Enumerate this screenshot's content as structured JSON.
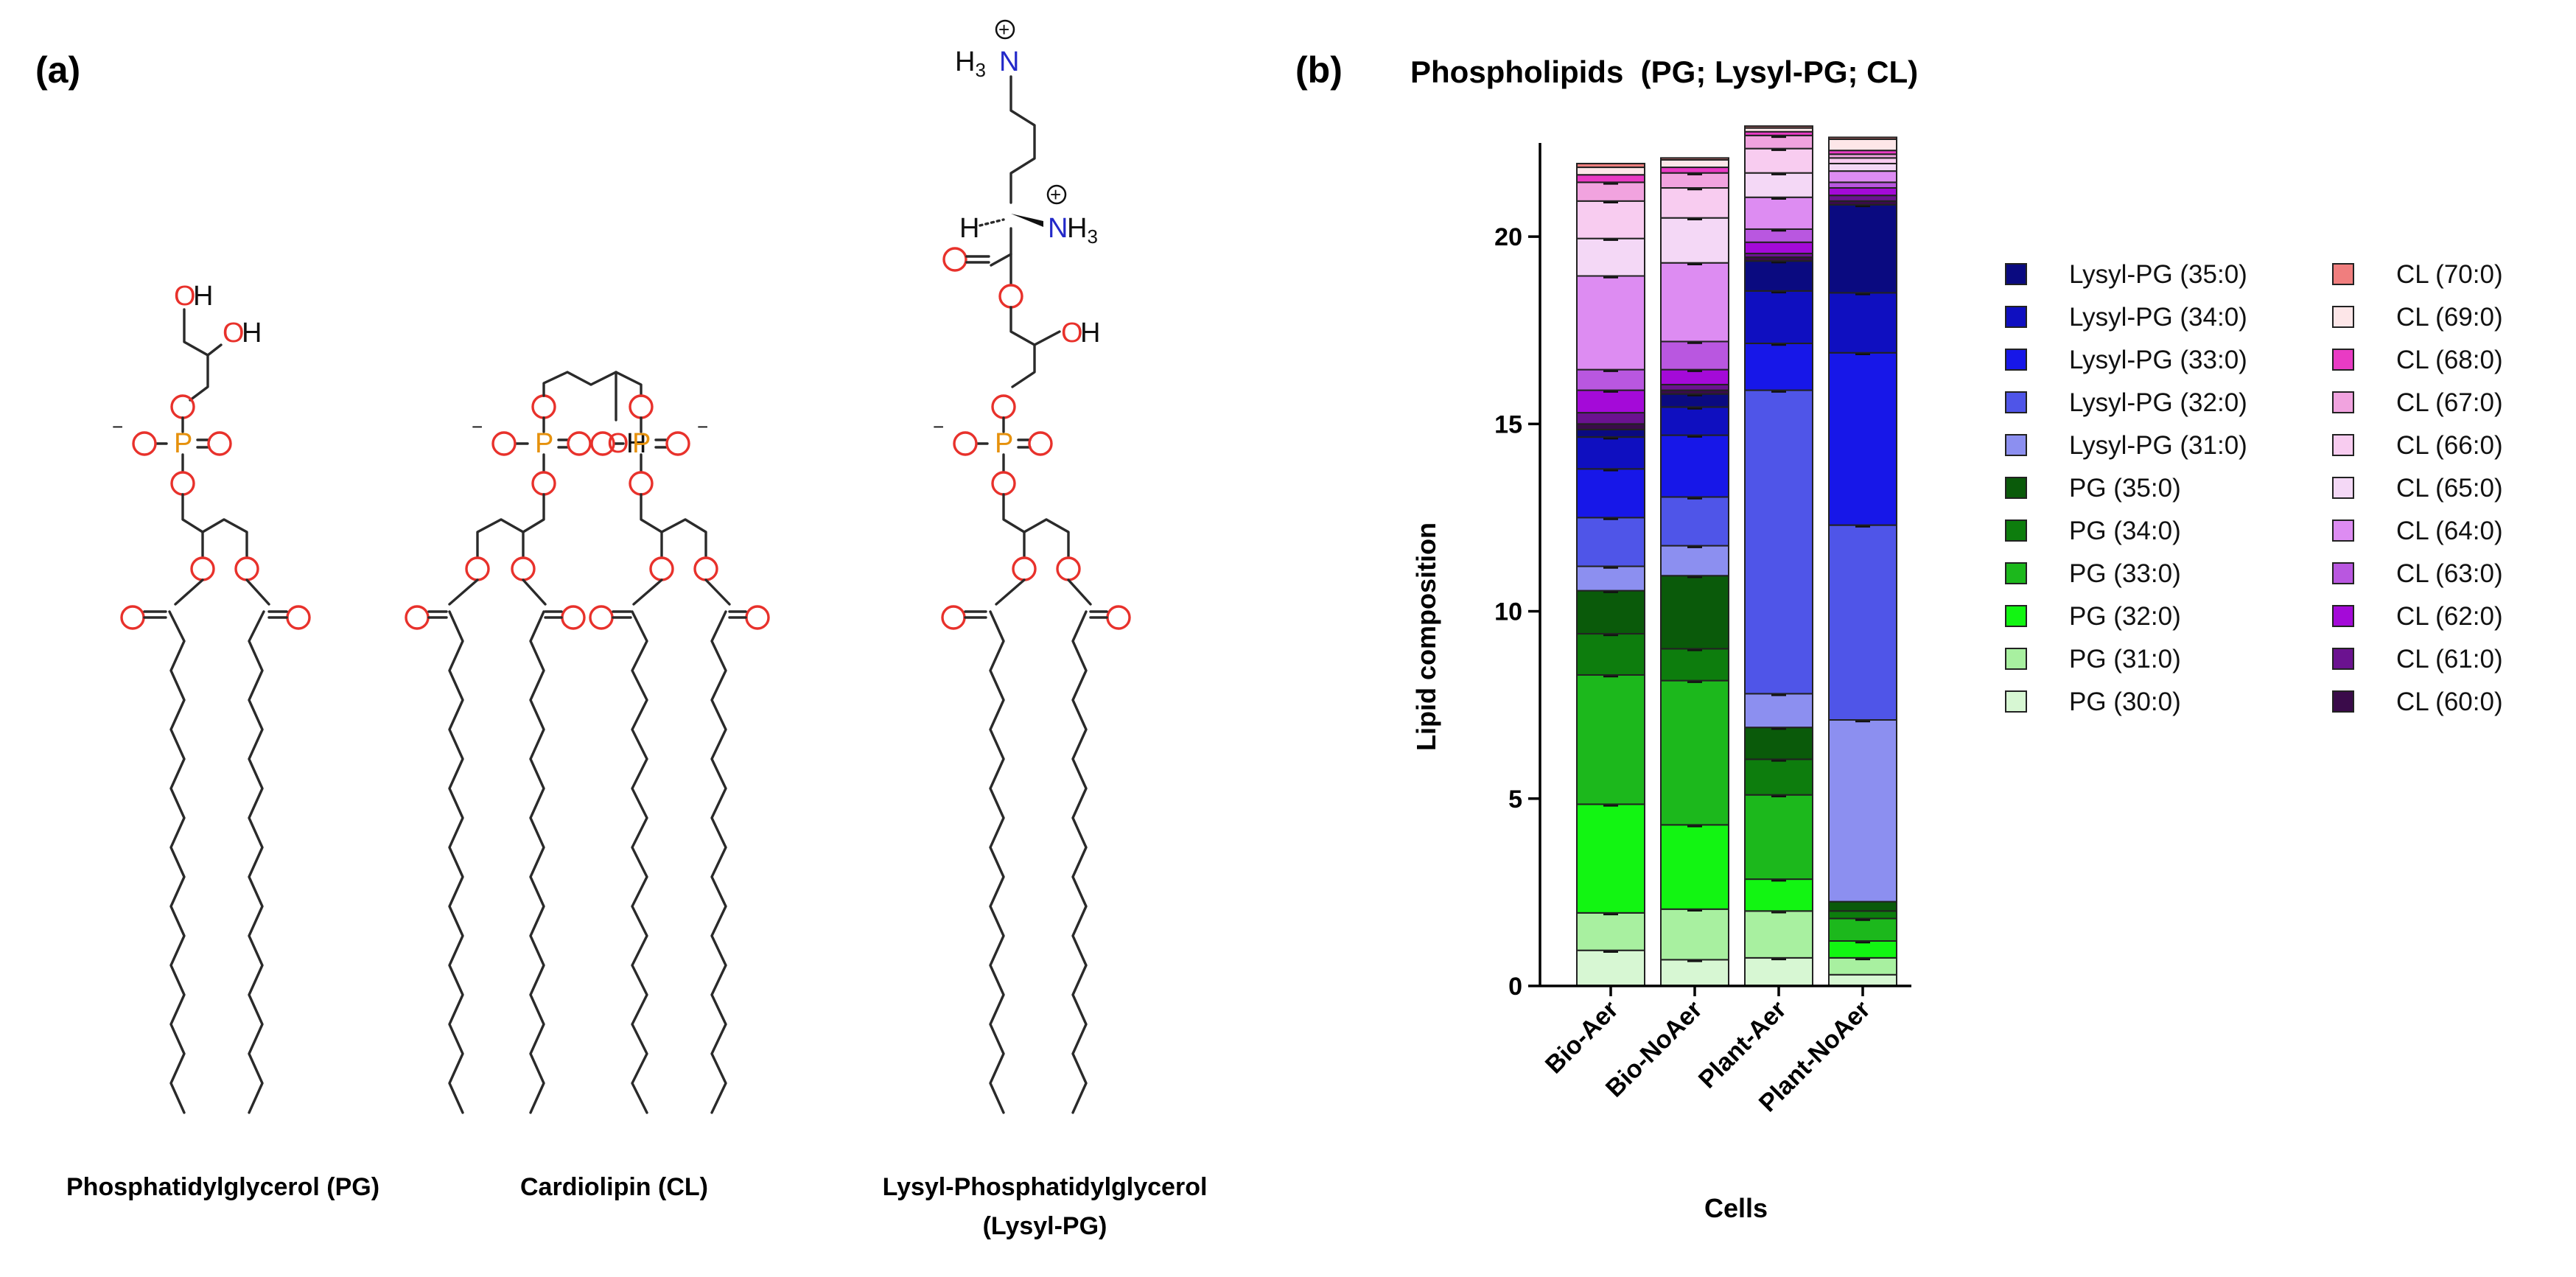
{
  "panel_a": {
    "label": "(a)",
    "molecules": {
      "pg": "Phosphatidylglycerol (PG)",
      "cl": "Cardiolipin (CL)",
      "lysyl_pg_line1": "Lysyl-Phosphatidylglycerol",
      "lysyl_pg_line2": "(Lysyl-PG)"
    },
    "atoms": {
      "O": "O",
      "P": "P",
      "N": "N",
      "H": "H",
      "OH": "OH",
      "H3": "H3",
      "plus": "+",
      "minus": "−"
    }
  },
  "panel_b": {
    "label": "(b)"
  },
  "chart_data": {
    "type": "bar",
    "stacked": true,
    "title": "Phospholipids  (PG; Lysyl-PG; CL)",
    "xlabel": "Cells",
    "ylabel": "Lipid composition",
    "ylim": [
      0,
      22.5
    ],
    "yticks": [
      0,
      5,
      10,
      15,
      20
    ],
    "categories": [
      "Bio-Aer",
      "Bio-NoAer",
      "Plant-Aer",
      "Plant-NoAer"
    ],
    "legend_placement": "right",
    "series": [
      {
        "name": "PG (30:0)",
        "color": "#d7f7d3",
        "values": [
          0.95,
          0.7,
          0.75,
          0.3
        ]
      },
      {
        "name": "PG (31:0)",
        "color": "#a8f0a0",
        "values": [
          1.0,
          1.35,
          1.25,
          0.45
        ]
      },
      {
        "name": "PG (32:0)",
        "color": "#12f512",
        "values": [
          2.9,
          2.25,
          0.85,
          0.45
        ]
      },
      {
        "name": "PG (33:0)",
        "color": "#1cb81c",
        "values": [
          3.45,
          3.85,
          2.25,
          0.6
        ]
      },
      {
        "name": "PG (34:0)",
        "color": "#0d7d0d",
        "values": [
          1.1,
          0.85,
          0.95,
          0.2
        ]
      },
      {
        "name": "PG (35:0)",
        "color": "#0a5a0a",
        "values": [
          1.15,
          1.95,
          0.85,
          0.25
        ]
      },
      {
        "name": "Lysyl-PG (31:0)",
        "color": "#8c8ff0",
        "values": [
          0.65,
          0.8,
          0.9,
          4.85
        ]
      },
      {
        "name": "Lysyl-PG (32:0)",
        "color": "#4f55e8",
        "values": [
          1.3,
          1.3,
          8.1,
          5.2
        ]
      },
      {
        "name": "Lysyl-PG (33:0)",
        "color": "#1717e8",
        "values": [
          1.3,
          1.65,
          1.25,
          4.6
        ]
      },
      {
        "name": "Lysyl-PG (34:0)",
        "color": "#0f0fc0",
        "values": [
          0.85,
          0.75,
          1.4,
          1.6
        ]
      },
      {
        "name": "Lysyl-PG (35:0)",
        "color": "#0a0a80",
        "values": [
          0.2,
          0.35,
          0.8,
          2.35
        ]
      },
      {
        "name": "CL (60:0)",
        "color": "#3a0b4a",
        "values": [
          0.15,
          0.1,
          0.1,
          0.1
        ]
      },
      {
        "name": "CL (61:0)",
        "color": "#6b1290",
        "values": [
          0.3,
          0.15,
          0.1,
          0.15
        ]
      },
      {
        "name": "CL (62:0)",
        "color": "#a40ad8",
        "values": [
          0.6,
          0.4,
          0.3,
          0.2
        ]
      },
      {
        "name": "CL (63:0)",
        "color": "#b957e0",
        "values": [
          0.55,
          0.75,
          0.35,
          0.15
        ]
      },
      {
        "name": "CL (64:0)",
        "color": "#dd8cf2",
        "values": [
          2.5,
          2.1,
          0.85,
          0.3
        ]
      },
      {
        "name": "CL (65:0)",
        "color": "#f4d8f6",
        "values": [
          1.0,
          1.2,
          0.65,
          0.2
        ]
      },
      {
        "name": "CL (66:0)",
        "color": "#f8ccf0",
        "values": [
          1.0,
          0.8,
          0.65,
          0.15
        ]
      },
      {
        "name": "CL (67:0)",
        "color": "#f1a3df",
        "values": [
          0.5,
          0.4,
          0.35,
          0.1
        ]
      },
      {
        "name": "CL (68:0)",
        "color": "#e93bc4",
        "values": [
          0.2,
          0.15,
          0.1,
          0.1
        ]
      },
      {
        "name": "CL (69:0)",
        "color": "#fde6e8",
        "values": [
          0.2,
          0.2,
          0.1,
          0.3
        ]
      },
      {
        "name": "CL (70:0)",
        "color": "#f07e7e",
        "values": [
          0.1,
          0.05,
          0.05,
          0.05
        ]
      }
    ]
  }
}
